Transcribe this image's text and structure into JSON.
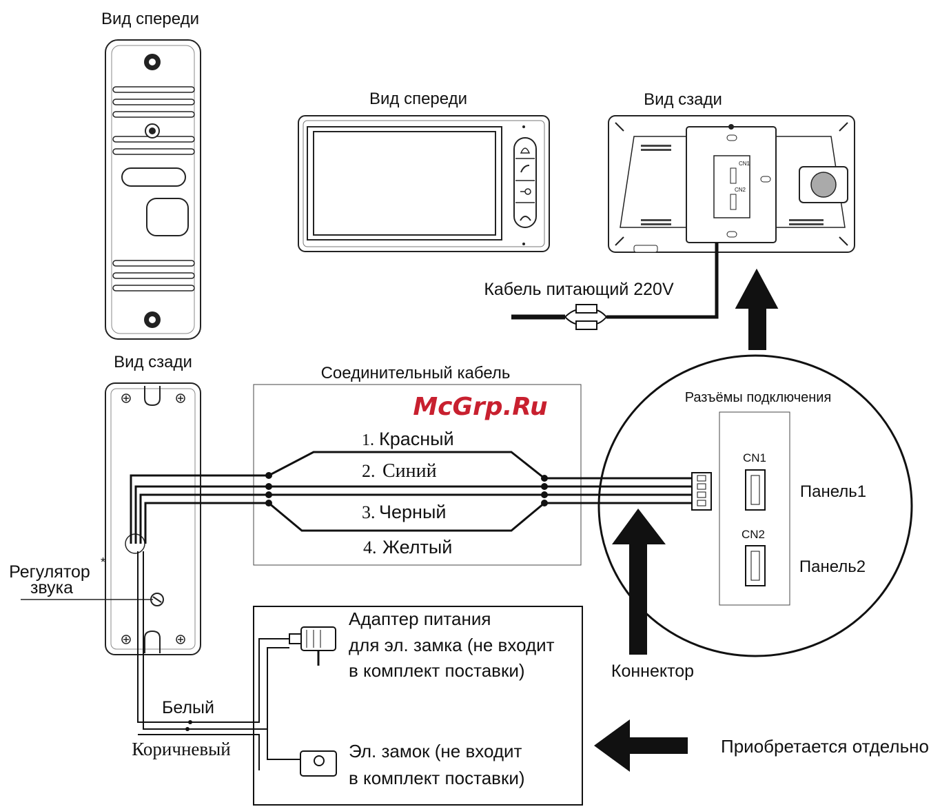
{
  "outdoor_panel": {
    "front_title": "Вид спереди",
    "back_title": "Вид сзади",
    "volume_label_line1": "Регулятор",
    "volume_label_line2": "звука",
    "volume_asterisk": "*"
  },
  "monitor": {
    "front_title": "Вид спереди",
    "back_title": "Вид сзади",
    "cn1": "CN1",
    "cn2": "CN2"
  },
  "power_cable_label": "Кабель питающий 220V",
  "connecting_cable": {
    "title": "Соединительный кабель",
    "watermark": "McGrp.Ru",
    "wires": [
      {
        "num": "1.",
        "name": "Красный"
      },
      {
        "num": "2.",
        "name": "Синий"
      },
      {
        "num": "3.",
        "name": "Черный"
      },
      {
        "num": "4.",
        "name": "Желтый"
      }
    ]
  },
  "connectors": {
    "title": "Разъёмы подключения",
    "cn1": "CN1",
    "cn2": "CN2",
    "panel1": "Панель1",
    "panel2": "Панель2",
    "connector_label": "Коннектор"
  },
  "lock_box": {
    "adapter_line1": "Адаптер питания",
    "adapter_line2": "для эл. замка (не входит",
    "adapter_line3": "в комплект поставки)",
    "lock_line1": "Эл. замок (не входит",
    "lock_line2": "в комплект поставки)"
  },
  "wire_white": "Белый",
  "wire_brown": "Коричневый",
  "purchased_separately": "Приобретается отдельно"
}
